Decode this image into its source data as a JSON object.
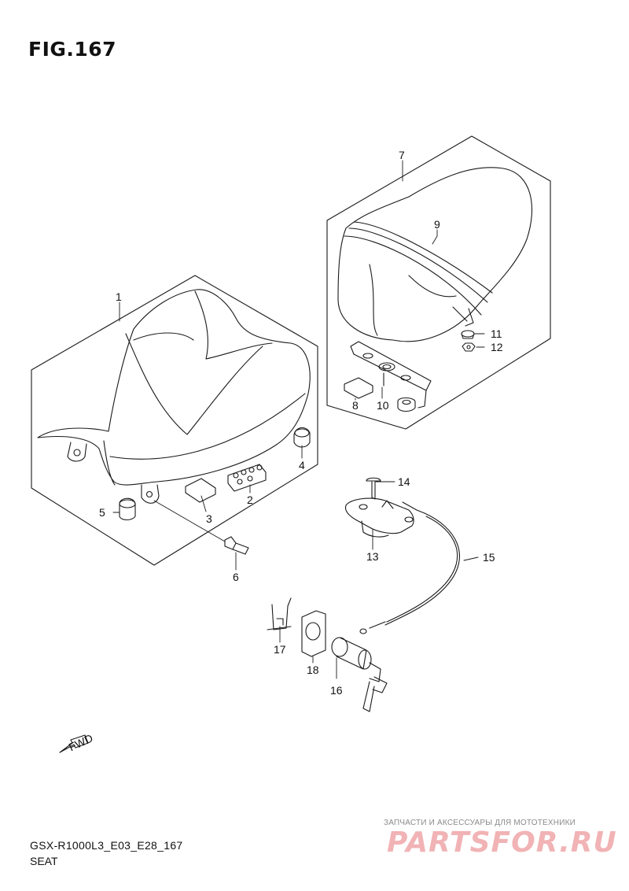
{
  "figure": {
    "title": "FIG.167"
  },
  "footer": {
    "model_code": "GSX-R1000L3_E03_E28_167",
    "section": "SEAT"
  },
  "watermark": {
    "tagline": "ЗАПЧАСТИ И АКСЕССУАРЫ ДЛЯ МОТОТЕХНИКИ",
    "brand": "PARTSFOR.RU",
    "color": "#f1b3b5"
  },
  "fwd_arrow": {
    "label": "FWD"
  },
  "callouts": {
    "c1": "1",
    "c2": "2",
    "c3": "3",
    "c4": "4",
    "c5": "5",
    "c6": "6",
    "c7": "7",
    "c8": "8",
    "c9": "9",
    "c10": "10",
    "c11": "11",
    "c12": "12",
    "c13": "13",
    "c14": "14",
    "c15": "15",
    "c16": "16",
    "c17": "17",
    "c18": "18"
  }
}
